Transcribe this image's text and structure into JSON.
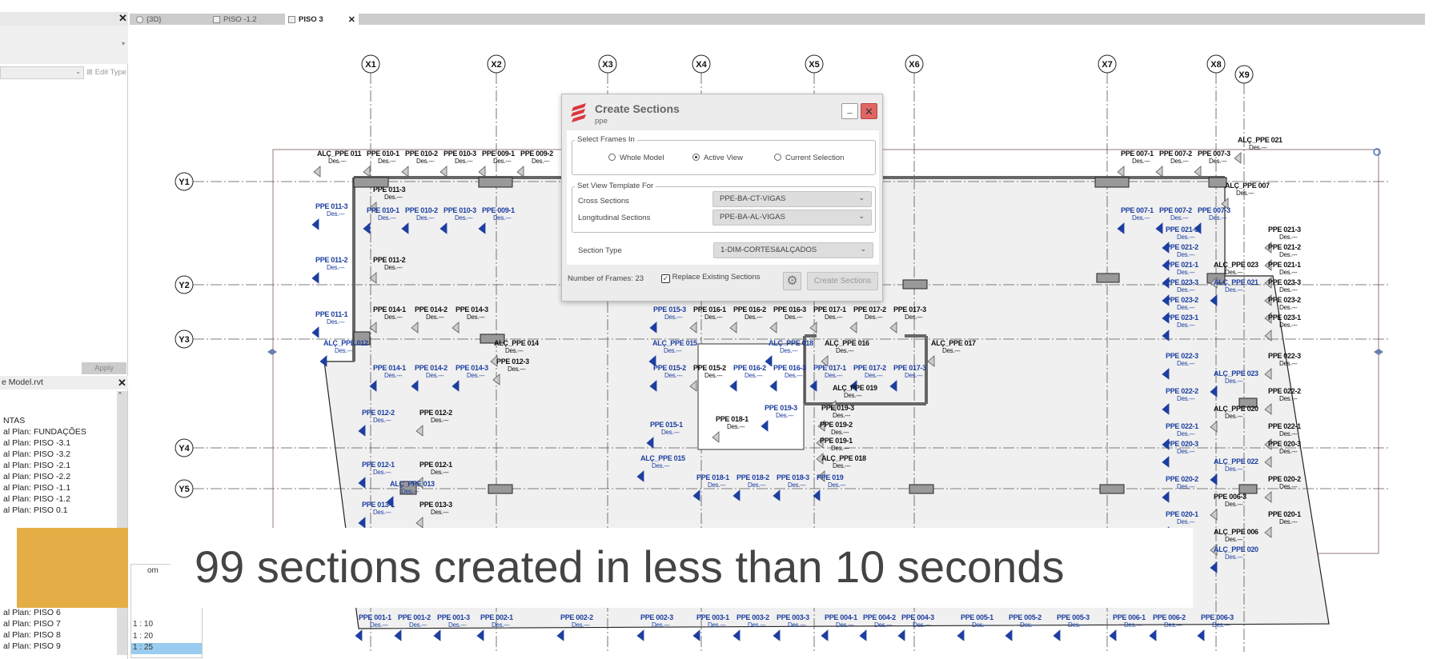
{
  "left_panel": {
    "edit_type": "Edit Type",
    "apply": "Apply",
    "browser_title": "e Model.rvt",
    "tree": [
      "NTAS",
      "al Plan: FUNDAÇÕES",
      "al Plan: PISO -3.1",
      "al Plan: PISO -3.2",
      "al Plan: PISO -2.1",
      "al Plan: PISO -2.2",
      "al Plan: PISO -1.1",
      "al Plan: PISO -1.2",
      "al Plan: PISO 0.1",
      "al Plan: PISO 6",
      "al Plan: PISO 7",
      "al Plan: PISO 8",
      "al Plan: PISO 9"
    ],
    "scale_header": "om",
    "scales": [
      "1 : 10",
      "1 : 20",
      "1 : 25"
    ],
    "selected_scale": "1 : 25"
  },
  "tabs": [
    {
      "label": "{3D}",
      "icon": "3d-view-icon"
    },
    {
      "label": "PISO -1.2",
      "icon": "floor-plan-icon"
    },
    {
      "label": "PISO 3",
      "icon": "floor-plan-icon",
      "active": true
    }
  ],
  "drawing": {
    "grid_x": [
      "X1",
      "X2",
      "X3",
      "X4",
      "X5",
      "X6",
      "X7",
      "X8",
      "X9"
    ],
    "grid_y": [
      "Y1",
      "Y2",
      "Y3",
      "Y4",
      "Y5"
    ],
    "sub_label": "Des.---",
    "labels": [
      {
        "t": "ALÇ_PPE 011",
        "c": "black"
      },
      {
        "t": "PPE 010-1",
        "c": "black"
      },
      {
        "t": "PPE 010-2",
        "c": "black"
      },
      {
        "t": "PPE 010-3",
        "c": "black"
      },
      {
        "t": "PPE 009-1",
        "c": "black"
      },
      {
        "t": "PPE 009-2",
        "c": "black"
      },
      {
        "t": "PPE 007-1",
        "c": "black"
      },
      {
        "t": "PPE 007-2",
        "c": "black"
      },
      {
        "t": "PPE 007-3",
        "c": "black"
      },
      {
        "t": "ALÇ_PPE 021",
        "c": "black"
      },
      {
        "t": "PPE 010-1",
        "c": "blue"
      },
      {
        "t": "PPE 010-2",
        "c": "blue"
      },
      {
        "t": "PPE 010-3",
        "c": "blue"
      },
      {
        "t": "PPE 009-1",
        "c": "blue"
      },
      {
        "t": "PPE 007-1",
        "c": "blue"
      },
      {
        "t": "PPE 007-2",
        "c": "blue"
      },
      {
        "t": "PPE 007-3",
        "c": "blue"
      },
      {
        "t": "PPE 011-3",
        "c": "blue"
      },
      {
        "t": "PPE 011-2",
        "c": "blue"
      },
      {
        "t": "PPE 011-1",
        "c": "blue"
      },
      {
        "t": "PPE 011-3",
        "c": "black"
      },
      {
        "t": "PPE 011-2",
        "c": "black"
      },
      {
        "t": "PPE 014-1",
        "c": "black"
      },
      {
        "t": "PPE 014-2",
        "c": "black"
      },
      {
        "t": "PPE 014-3",
        "c": "black"
      },
      {
        "t": "PPE 014-1",
        "c": "blue"
      },
      {
        "t": "PPE 014-2",
        "c": "blue"
      },
      {
        "t": "PPE 014-3",
        "c": "blue"
      },
      {
        "t": "PPE 012-3",
        "c": "black"
      },
      {
        "t": "PPE 012-2",
        "c": "blue"
      },
      {
        "t": "PPE 012-2",
        "c": "black"
      },
      {
        "t": "PPE 012-1",
        "c": "blue"
      },
      {
        "t": "PPE 012-1",
        "c": "black"
      },
      {
        "t": "PPE 013-1",
        "c": "blue"
      },
      {
        "t": "PPE 013-3",
        "c": "black"
      },
      {
        "t": "ALÇ_PPE 014",
        "c": "black"
      },
      {
        "t": "ALÇ_PPE 012",
        "c": "blue"
      },
      {
        "t": "ALÇ_PPE 013",
        "c": "blue"
      },
      {
        "t": "PPE 015-3",
        "c": "blue"
      },
      {
        "t": "PPE 016-1",
        "c": "black"
      },
      {
        "t": "PPE 016-2",
        "c": "black"
      },
      {
        "t": "PPE 016-3",
        "c": "black"
      },
      {
        "t": "PPE 017-1",
        "c": "black"
      },
      {
        "t": "PPE 017-2",
        "c": "black"
      },
      {
        "t": "PPE 017-3",
        "c": "black"
      },
      {
        "t": "PPE 015-2",
        "c": "blue"
      },
      {
        "t": "PPE 015-2",
        "c": "black"
      },
      {
        "t": "PPE 016-2",
        "c": "blue"
      },
      {
        "t": "PPE 016-3",
        "c": "blue"
      },
      {
        "t": "PPE 017-1",
        "c": "blue"
      },
      {
        "t": "PPE 017-2",
        "c": "blue"
      },
      {
        "t": "PPE 017-3",
        "c": "blue"
      },
      {
        "t": "ALÇ_PPE 016",
        "c": "black"
      },
      {
        "t": "ALÇ_PPE 017",
        "c": "black"
      },
      {
        "t": "ALÇ_PPE 015",
        "c": "blue"
      },
      {
        "t": "ALÇ_PPE 018",
        "c": "blue"
      },
      {
        "t": "PPE 019-3",
        "c": "blue"
      },
      {
        "t": "PPE 019-3",
        "c": "black"
      },
      {
        "t": "PPE 019-2",
        "c": "black"
      },
      {
        "t": "PPE 019-1",
        "c": "black"
      },
      {
        "t": "PPE 015-1",
        "c": "blue"
      },
      {
        "t": "PPE 018-1",
        "c": "black"
      },
      {
        "t": "ALÇ_PPE 018",
        "c": "black"
      },
      {
        "t": "ALÇ_PPE 019",
        "c": "black"
      },
      {
        "t": "ALÇ_PPE 015",
        "c": "blue"
      },
      {
        "t": "PPE 018-1",
        "c": "blue"
      },
      {
        "t": "PPE 018-2",
        "c": "blue"
      },
      {
        "t": "PPE 018-3",
        "c": "blue"
      },
      {
        "t": "PPE 019",
        "c": "blue"
      },
      {
        "t": "ALÇ_PPE 007",
        "c": "black"
      },
      {
        "t": "PPE 021-3",
        "c": "black"
      },
      {
        "t": "PPE 021-3",
        "c": "blue"
      },
      {
        "t": "PPE 021-2",
        "c": "blue"
      },
      {
        "t": "PPE 021-2",
        "c": "black"
      },
      {
        "t": "ALÇ_PPE 023",
        "c": "black"
      },
      {
        "t": "PPE 021-1",
        "c": "blue"
      },
      {
        "t": "PPE 021-1",
        "c": "black"
      },
      {
        "t": "PPE 023-3",
        "c": "black"
      },
      {
        "t": "PPE 023-3",
        "c": "blue"
      },
      {
        "t": "ALÇ_PPE 021",
        "c": "blue"
      },
      {
        "t": "PPE 023-2",
        "c": "black"
      },
      {
        "t": "PPE 023-2",
        "c": "blue"
      },
      {
        "t": "PPE 023-1",
        "c": "black"
      },
      {
        "t": "PPE 023-1",
        "c": "blue"
      },
      {
        "t": "PPE 022-3",
        "c": "blue"
      },
      {
        "t": "PPE 022-3",
        "c": "black"
      },
      {
        "t": "ALÇ_PPE 023",
        "c": "blue"
      },
      {
        "t": "PPE 022-2",
        "c": "blue"
      },
      {
        "t": "PPE 022-2",
        "c": "black"
      },
      {
        "t": "ALÇ_PPE 020",
        "c": "black"
      },
      {
        "t": "PPE 022-1",
        "c": "blue"
      },
      {
        "t": "PPE 022-1",
        "c": "black"
      },
      {
        "t": "PPE 020-3",
        "c": "blue"
      },
      {
        "t": "PPE 020-3",
        "c": "black"
      },
      {
        "t": "ALÇ_PPE 022",
        "c": "blue"
      },
      {
        "t": "PPE 020-2",
        "c": "blue"
      },
      {
        "t": "PPE 020-2",
        "c": "black"
      },
      {
        "t": "PPE 006-3",
        "c": "black"
      },
      {
        "t": "PPE 020-1",
        "c": "blue"
      },
      {
        "t": "PPE 020-1",
        "c": "black"
      },
      {
        "t": "ALÇ_PPE 006",
        "c": "black"
      },
      {
        "t": "ALÇ_PPE 020",
        "c": "blue"
      },
      {
        "t": "PPE 001-1",
        "c": "blue"
      },
      {
        "t": "PPE 001-2",
        "c": "blue"
      },
      {
        "t": "PPE 001-3",
        "c": "blue"
      },
      {
        "t": "PPE 002-1",
        "c": "blue"
      },
      {
        "t": "PPE 002-2",
        "c": "blue"
      },
      {
        "t": "PPE 002-3",
        "c": "blue"
      },
      {
        "t": "PPE 003-1",
        "c": "blue"
      },
      {
        "t": "PPE 003-2",
        "c": "blue"
      },
      {
        "t": "PPE 003-3",
        "c": "blue"
      },
      {
        "t": "PPE 004-1",
        "c": "blue"
      },
      {
        "t": "PPE 004-2",
        "c": "blue"
      },
      {
        "t": "PPE 004-3",
        "c": "blue"
      },
      {
        "t": "PPE 005-1",
        "c": "blue"
      },
      {
        "t": "PPE 005-2",
        "c": "blue"
      },
      {
        "t": "PPE 005-3",
        "c": "blue"
      },
      {
        "t": "PPE 006-1",
        "c": "blue"
      },
      {
        "t": "PPE 006-2",
        "c": "blue"
      },
      {
        "t": "PPE 006-3",
        "c": "blue"
      }
    ]
  },
  "dialog": {
    "title": "Create Sections",
    "subtitle": "ppe",
    "minimize": "_",
    "select_frames": {
      "legend": "Select Frames In",
      "options": [
        "Whole Model",
        "Active View",
        "Current Selection"
      ],
      "selected": "Active View"
    },
    "template": {
      "legend": "Set View Template For",
      "cross_label": "Cross Sections",
      "cross_value": "PPE-BA-CT-VIGAS",
      "long_label": "Longitudinal Sections",
      "long_value": "PPE-BA-AL-VIGAS"
    },
    "section_type_label": "Section Type",
    "section_type_value": "1-DIM-CORTES&ALÇADOS",
    "frames_count": "Number of Frames: 23",
    "replace_label": "Replace Existing Sections",
    "replace_checked": true,
    "create_button": "Create Sections"
  },
  "caption": "99 sections created in less than 10 seconds",
  "colors": {
    "overlay": "#e5ad46",
    "section_blue": "#1d3fa0",
    "close_red": "#e06666"
  }
}
